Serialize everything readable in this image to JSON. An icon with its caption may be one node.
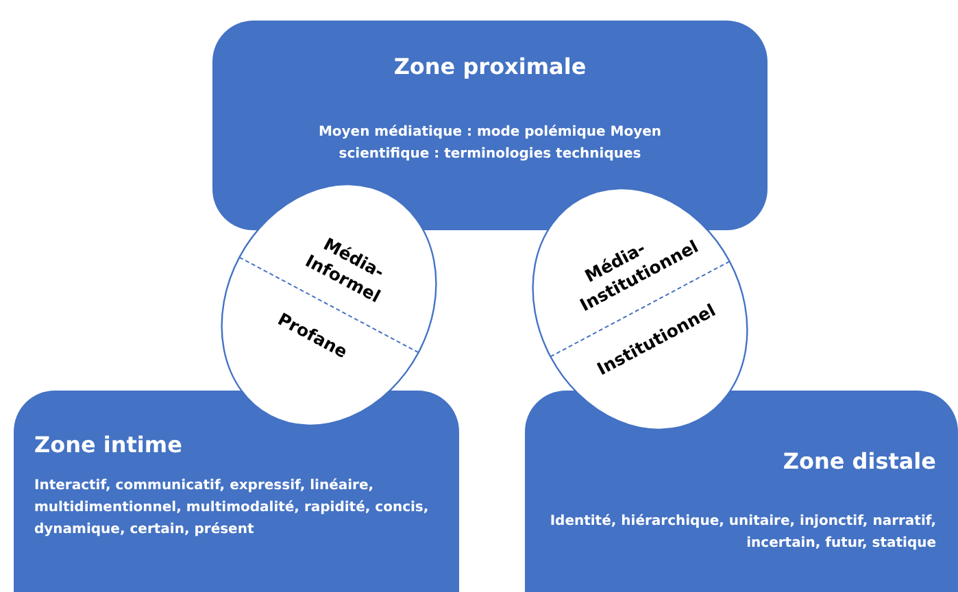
{
  "diagram": {
    "nodes": [
      {
        "text": [
          "Zone proximale",
          "Moyen médiatique : mode polémique Moyen scientifique :  terminologies techniques"
        ]
      },
      {
        "text": [
          "Média-Informel",
          "Profane"
        ]
      },
      {
        "text": [
          "Média-Institutionnel",
          "Institutionnel"
        ]
      },
      {
        "text": [
          "Zone intime",
          "Interactif, communicatif, expressif, linéaire, multidimentionnel, multimodalité, rapidité, concis, dynamique, certain, présent"
        ]
      },
      {
        "text": [
          "Zone distale",
          "Identité, hiérarchique, unitaire, injonctif, narratif, incertain, futur, statique"
        ]
      }
    ]
  }
}
